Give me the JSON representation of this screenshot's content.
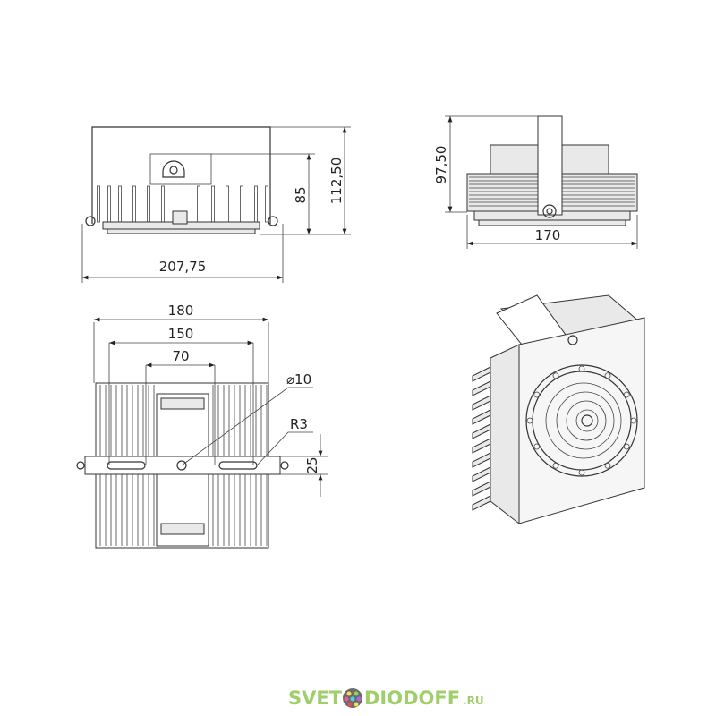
{
  "drawing": {
    "front_view": {
      "width_dim": "207,75",
      "height_dim": "112,50",
      "inner_height_dim": "85"
    },
    "side_view": {
      "height_dim": "97,50",
      "width_dim": "170"
    },
    "top_view": {
      "width_outer_dim": "180",
      "width_mid_dim": "150",
      "width_inner_dim": "70",
      "hole_dim": "⌀10",
      "radius_dim": "R3",
      "slot_dim": "25"
    }
  },
  "logo": {
    "text_left": "SVET",
    "text_right": "DIODOFF",
    "suffix": ".RU",
    "brand_color": "#9fcf6a"
  }
}
